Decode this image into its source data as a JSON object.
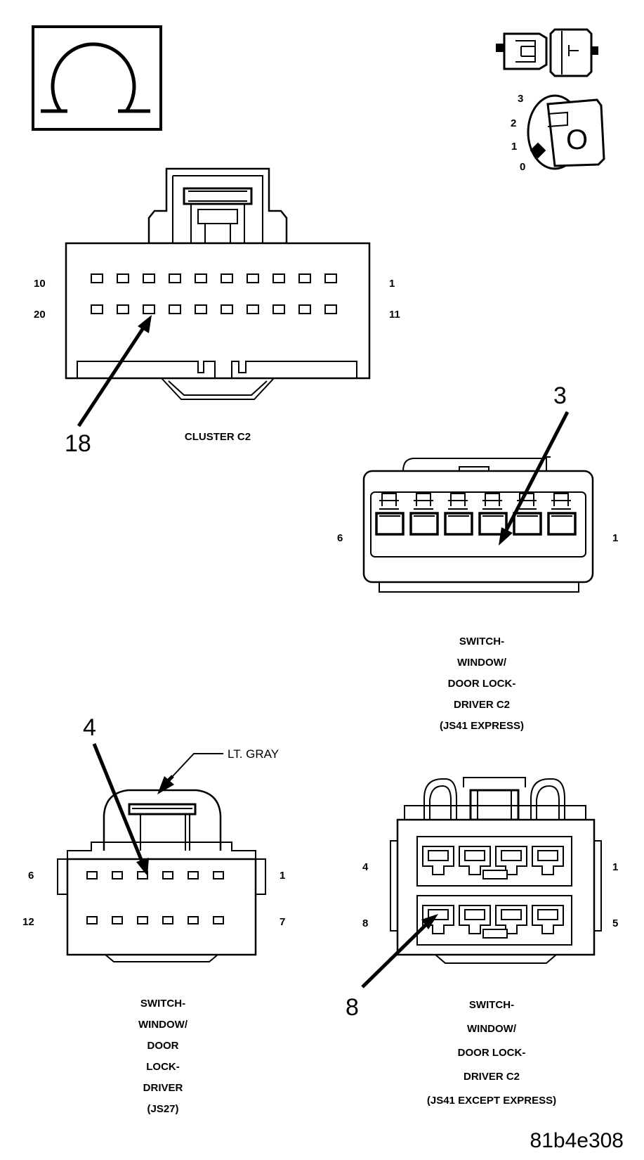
{
  "cluster_c2": {
    "caption": "CLUSTER C2",
    "pin_top_left": "10",
    "pin_top_right": "1",
    "pin_bottom_left": "20",
    "pin_bottom_right": "11",
    "callout": "18"
  },
  "js41_express": {
    "callout": "3",
    "pin_left": "6",
    "pin_right": "1",
    "caption_lines": [
      "SWITCH-",
      "WINDOW/",
      "DOOR LOCK-",
      "DRIVER C2",
      "(JS41 EXPRESS)"
    ]
  },
  "js27": {
    "callout": "4",
    "color_label": "LT. GRAY",
    "pin_top_left": "6",
    "pin_top_right": "1",
    "pin_bottom_left": "12",
    "pin_bottom_right": "7",
    "caption_lines": [
      "SWITCH-",
      "WINDOW/",
      "DOOR",
      "LOCK-",
      "DRIVER",
      "(JS27)"
    ]
  },
  "js41_except_express": {
    "pin_top_left": "4",
    "pin_top_right": "1",
    "pin_bottom_left": "8",
    "pin_bottom_right": "5",
    "callout": "8",
    "caption_lines": [
      "SWITCH-",
      "WINDOW/",
      "DOOR LOCK-",
      "DRIVER C2",
      "(JS41 EXCEPT EXPRESS)"
    ]
  },
  "ignition_positions": [
    "3",
    "2",
    "1",
    "0"
  ],
  "ignition_key_label": "O",
  "figure_code": "81b4e308"
}
